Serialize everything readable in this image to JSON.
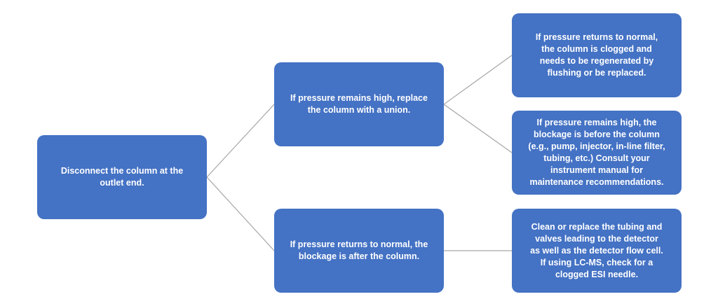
{
  "colors": {
    "box_fill": "#4472c4",
    "box_text": "#ffffff",
    "connector": "#a6a6a6",
    "background": "#ffffff"
  },
  "nodes": {
    "root": "Disconnect the column at the\noutlet end.",
    "mid_high": "If pressure remains high, replace\nthe column with a union.",
    "mid_normal": "If pressure returns to normal, the\nblockage is after the column.",
    "leaf_clogged": "If pressure returns to normal,\nthe column is clogged and\nneeds to be regenerated by\nflushing  or be replaced.",
    "leaf_before": "If pressure remains high, the\nblockage is before the column\n(e.g., pump, injector, in-line filter,\ntubing, etc.) Consult your\ninstrument manual for\nmaintenance recommendations.",
    "leaf_after": "Clean or replace the tubing and\nvalves leading to the detector\nas well as the detector flow cell.\nIf using LC-MS, check for a\nclogged ESI needle."
  }
}
